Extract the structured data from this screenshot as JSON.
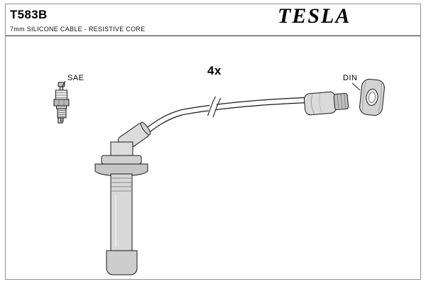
{
  "header": {
    "part_number": "T583B",
    "subtitle": "7mm SILICONE CABLE - RESISTIVE CORE",
    "brand": "TESLA"
  },
  "diagram": {
    "quantity_label": "4x",
    "connector_labels": {
      "sae": "SAE",
      "din": "DIN"
    }
  },
  "colors": {
    "background": "#ffffff",
    "frame": "#8f8f8f",
    "ink": "#1a1a1a",
    "fill_light": "#e3e3e3",
    "fill_mid": "#c9c9c9"
  }
}
